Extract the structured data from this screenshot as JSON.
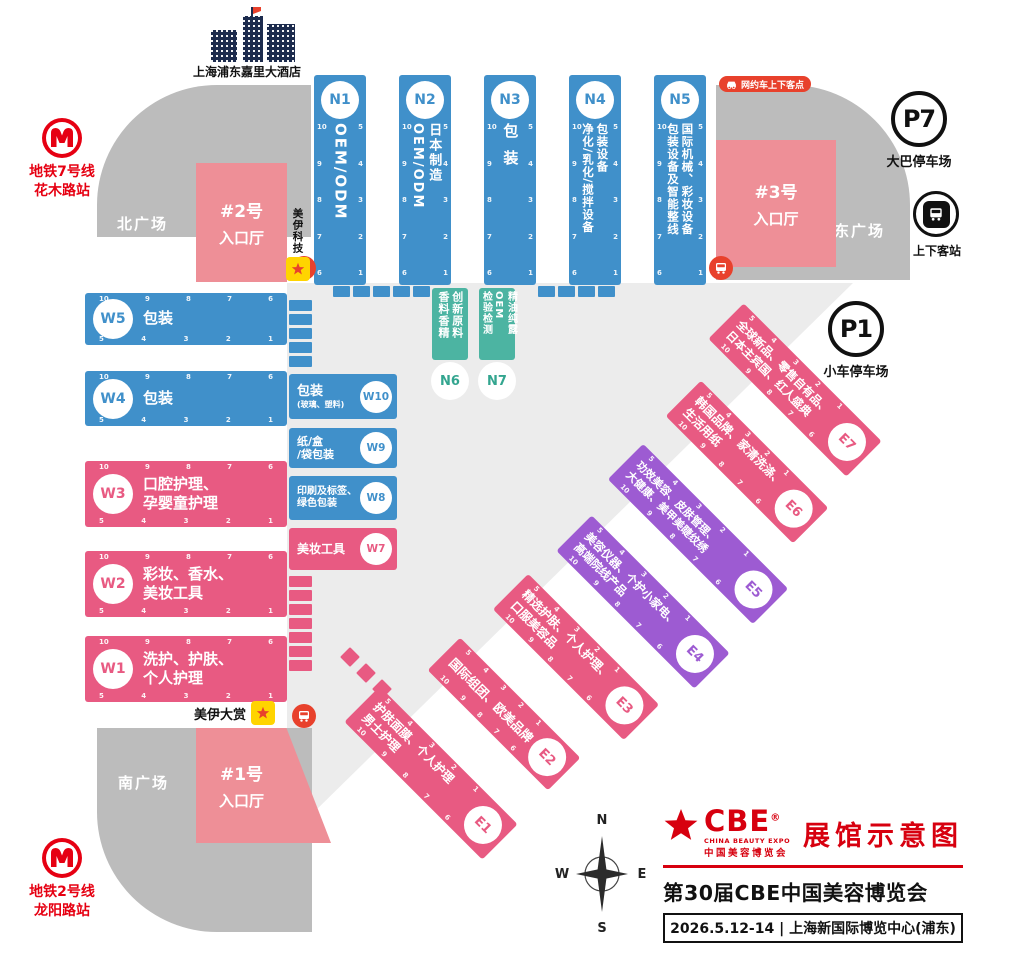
{
  "colors": {
    "hall_blue": "#4090ca",
    "hall_pink": "#e85a82",
    "hall_purple": "#9d5bd2",
    "hall_teal": "#4cb4a2",
    "entrance_pink": "#ee8f97",
    "plaza_gray": "#bcbcbc",
    "concourse_gray": "#ececec",
    "accent_red": "#e8412c",
    "metro_red": "#e60012",
    "brand_red": "#d7000f",
    "sponsor_yellow": "#ffd400"
  },
  "meta": {
    "hotel": "上海浦东嘉里大酒店",
    "ride_hailing": "网约车上下客点",
    "dropoff": "上下客站",
    "map_title": "展馆示意图",
    "expo_title": "第30届CBE中国美容博览会",
    "expo_info": "2026.5.12-14 | 上海新国际博览中心(浦东)"
  },
  "logo": {
    "name": "CBE",
    "reg": "®",
    "en": "CHINA BEAUTY EXPO",
    "cn": "中国美容博览会"
  },
  "plazas": {
    "north": "北广场",
    "east": "东广场",
    "south": "南广场"
  },
  "metro": {
    "line7": {
      "line": "地铁7号线",
      "station": "花木路站"
    },
    "line2": {
      "line": "地铁2号线",
      "station": "龙阳路站"
    }
  },
  "parking": {
    "p7": {
      "id": "P7",
      "label": "大巴停车场"
    },
    "p1": {
      "id": "P1",
      "label": "小车停车场"
    }
  },
  "entrances": {
    "no1": {
      "no": "#1号",
      "label": "入口厅"
    },
    "no2": {
      "no": "#2号",
      "label": "入口厅"
    },
    "no3": {
      "no": "#3号",
      "label": "入口厅"
    }
  },
  "sponsors": {
    "tech": "美伊科技",
    "award": "美伊大赏"
  },
  "compass": {
    "n": "N",
    "e": "E",
    "s": "S",
    "w": "W"
  },
  "gates": {
    "desc": [
      "10",
      "9",
      "8",
      "7",
      "6"
    ],
    "asc": [
      "5",
      "4",
      "3",
      "2",
      "1"
    ]
  },
  "halls": {
    "n1": {
      "id": "N1",
      "l1": "OEM/ODM"
    },
    "n2": {
      "id": "N2",
      "l1": "日本制造",
      "l2": "OEM/ODM"
    },
    "n3": {
      "id": "N3",
      "l1": "包装"
    },
    "n4": {
      "id": "N4",
      "l1": "包装设备",
      "l2": "净化/乳化/搅拌设备"
    },
    "n5": {
      "id": "N5",
      "l1": "国际机械、彩妆设备",
      "l2": "包装设备及智能整线"
    },
    "n6": {
      "id": "N6",
      "l1": "创新原料",
      "l2": "香料香精"
    },
    "n7": {
      "id": "N7",
      "l1": "精油纯露",
      "l2": "OEM",
      "l3": "检验检测"
    },
    "w1": {
      "id": "W1",
      "l1": "洗护、护肤、",
      "l2": "个人护理"
    },
    "w2": {
      "id": "W2",
      "l1": "彩妆、香水、",
      "l2": "美妆工具"
    },
    "w3": {
      "id": "W3",
      "l1": "口腔护理、",
      "l2": "孕婴童护理"
    },
    "w4": {
      "id": "W4",
      "l1": "包装"
    },
    "w5": {
      "id": "W5",
      "l1": "包装"
    },
    "w7": {
      "id": "W7",
      "l1": "美妆工具"
    },
    "w8": {
      "id": "W8",
      "l1": "印刷及标签、",
      "l2": "绿色包装"
    },
    "w9": {
      "id": "W9",
      "l1": "纸/盒",
      "l2": "/袋包装"
    },
    "w10": {
      "id": "W10",
      "l1": "包装",
      "l2": "(玻璃、塑料)"
    },
    "e1": {
      "id": "E1",
      "l1": "护肤面膜、个人护理",
      "l2": "男士护理"
    },
    "e2": {
      "id": "E2",
      "l1": "国际组团、欧美品牌"
    },
    "e3": {
      "id": "E3",
      "l1": "精选护肤、个人护理、",
      "l2": "口服美容品"
    },
    "e4": {
      "id": "E4",
      "l1": "美容仪器、个护小家电、",
      "l2": "高端院线产品"
    },
    "e5": {
      "id": "E5",
      "l1": "功效美容、皮肤管理、",
      "l2": "大健康、美甲美睫纹绣"
    },
    "e6": {
      "id": "E6",
      "l1": "韩国品牌、家清洗涤、",
      "l2": "生活用纸"
    },
    "e7": {
      "id": "E7",
      "l1": "全球新品、零售自有品、",
      "l2": "日本主宾国、红人盛典"
    }
  }
}
